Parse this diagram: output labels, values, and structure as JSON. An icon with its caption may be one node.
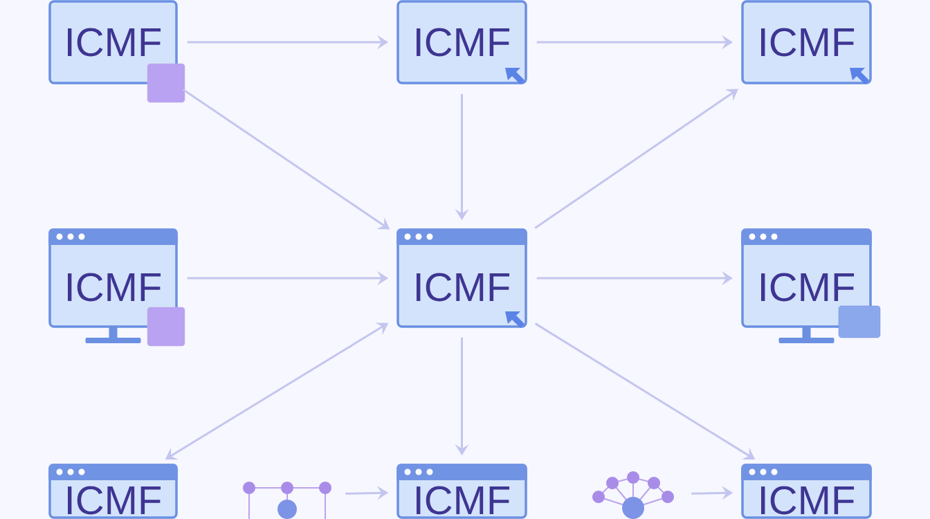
{
  "diagram": {
    "nodes": [
      {
        "text": [
          "ICMF"
        ]
      },
      {
        "text": [
          "ICMF"
        ]
      },
      {
        "text": [
          "ICMF"
        ]
      },
      {
        "text": [
          "ICMF"
        ]
      },
      {
        "text": [
          "ICMF"
        ]
      },
      {
        "text": [
          "ICMF"
        ]
      },
      {
        "text": [
          "ICMF"
        ]
      },
      {
        "text": [],
        "shape": "picture"
      },
      {
        "text": [
          "ICMF"
        ]
      },
      {
        "text": [],
        "shape": "picture"
      },
      {
        "text": [
          "ICMF"
        ]
      }
    ],
    "edges": [
      {
        "from": 0,
        "to": 1,
        "arrow": "to"
      },
      {
        "from": 1,
        "to": 2,
        "arrow": "to"
      },
      {
        "from": 0,
        "to": 4,
        "arrow": "to"
      },
      {
        "from": 1,
        "to": 4,
        "arrow": "to"
      },
      {
        "from": 4,
        "to": 2,
        "arrow": "to"
      },
      {
        "from": 3,
        "to": 4,
        "arrow": "to"
      },
      {
        "from": 4,
        "to": 5,
        "arrow": "to"
      },
      {
        "from": 4,
        "to": 6,
        "arrow": "both"
      },
      {
        "from": 4,
        "to": 8,
        "arrow": "to"
      },
      {
        "from": 4,
        "to": 10,
        "arrow": "to"
      },
      {
        "from": 7,
        "to": 8,
        "arrow": "to"
      },
      {
        "from": 9,
        "to": 10,
        "arrow": "to"
      }
    ]
  }
}
